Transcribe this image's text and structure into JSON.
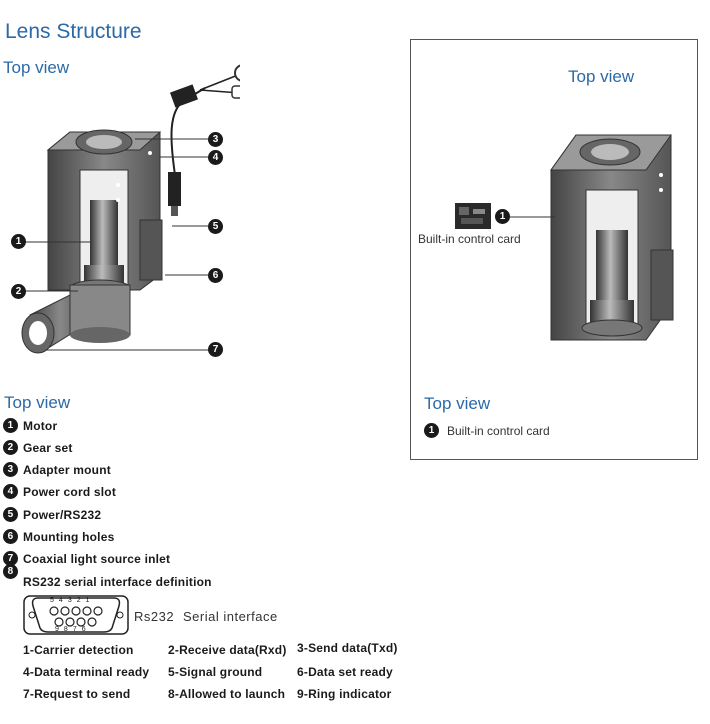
{
  "title": "Lens Structure",
  "top_view_label": "Top view",
  "callout_numbers": [
    "1",
    "2",
    "3",
    "4",
    "5",
    "6",
    "7"
  ],
  "right_panel": {
    "top_label": "Top view",
    "control_card_label": "Built-in control card",
    "bottom_label": "Top view",
    "legend_number": "1",
    "legend_text": "Built-in control card"
  },
  "legend": [
    {
      "n": "1",
      "label": "Motor"
    },
    {
      "n": "2",
      "label": "Gear set"
    },
    {
      "n": "3",
      "label": "Adapter mount"
    },
    {
      "n": "4",
      "label": "Power cord slot"
    },
    {
      "n": "5",
      "label": "Power/RS232"
    },
    {
      "n": "6",
      "label": "Mounting holes"
    },
    {
      "n": "7",
      "label": "Coaxial light source inlet"
    },
    {
      "n": "8",
      "label": "RS232 serial interface definition"
    }
  ],
  "rs232": {
    "name": "Rs232",
    "desc": "Serial interface",
    "top_pins": [
      "5",
      "4",
      "3",
      "2",
      "1"
    ],
    "bottom_pins": [
      "9",
      "8",
      "7",
      "6"
    ]
  },
  "pin_definitions": [
    "1-Carrier detection",
    "2-Receive data(Rxd)",
    "3-Send data(Txd)",
    "4-Data terminal ready",
    "5-Signal ground",
    "6-Data set ready",
    "7-Request to send",
    "8-Allowed to launch",
    "9-Ring indicator"
  ]
}
